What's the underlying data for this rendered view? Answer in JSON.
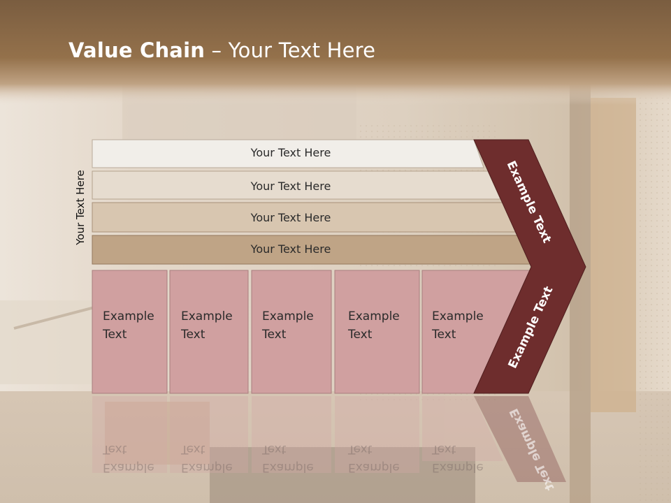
{
  "slide": {
    "title_bold": "Value Chain",
    "title_rest": " – Your Text Here",
    "side_label": "Your Text Here",
    "rows": [
      "Your Text Here",
      "Your Text Here",
      "Your Text Here",
      "Your Text Here"
    ],
    "cells": [
      {
        "line1": "Example",
        "line2": "Text"
      },
      {
        "line1": "Example",
        "line2": "Text"
      },
      {
        "line1": "Example",
        "line2": "Text"
      },
      {
        "line1": "Example",
        "line2": "Text"
      },
      {
        "line1": "Example",
        "line2": "Text"
      }
    ],
    "chevron_upper": "Example Text",
    "chevron_lower": "Example Text"
  },
  "colors": {
    "header": "#8b6a45",
    "row1": "#f1eee9",
    "row2": "#e6dccf",
    "row3": "#d8c6b0",
    "row4": "#bfa486",
    "cell": "#d0a0a0",
    "chevron": "#6e2d2d"
  }
}
